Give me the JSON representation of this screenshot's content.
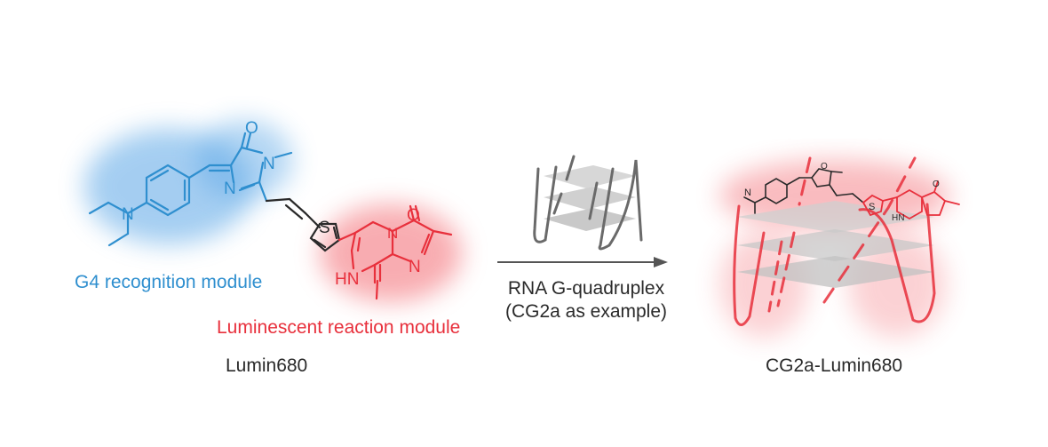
{
  "labels": {
    "g4_module": "G4 recognition module",
    "lum_module": "Luminescent reaction module",
    "lumin680": "Lumin680",
    "arrow_line1": "RNA G-quadruplex",
    "arrow_line2": "(CG2a as example)",
    "product": "CG2a-Lumin680"
  },
  "atoms": {
    "o_top": "O",
    "n_methyl": "N",
    "n_imid": "N",
    "n_amine": "N",
    "s_thio": "S",
    "o_pyr": "O",
    "n_pyr1": "N",
    "n_pyr2": "N",
    "hn": "HN"
  },
  "colors": {
    "blue": "#2f8fcf",
    "red": "#e8303c",
    "dark": "#2a2a2a",
    "gray": "#6a6a6a",
    "plane": "#c8c8c8"
  }
}
